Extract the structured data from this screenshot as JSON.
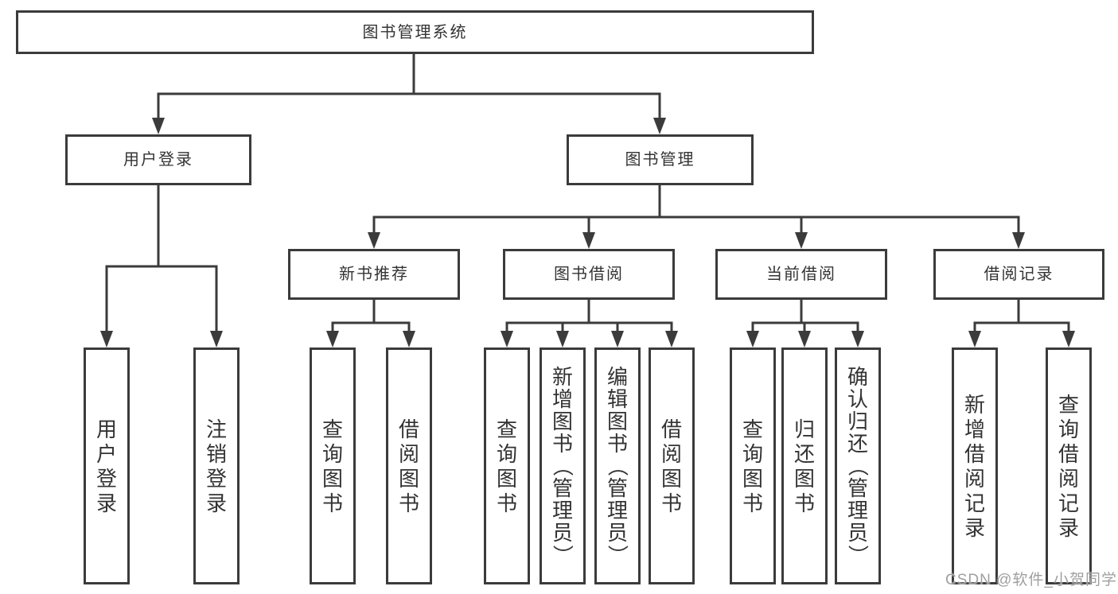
{
  "colors": {
    "line": "#3b3b3b",
    "box_border": "#3b3b3b",
    "text": "#333333",
    "background": "#ffffff",
    "watermark": "#9f9f9f"
  },
  "watermark": "CSDN @软件_小贺同学",
  "tree": {
    "name": "library-system",
    "label": "图书管理系统",
    "children": [
      {
        "name": "user-login",
        "label": "用户登录",
        "children": [
          {
            "name": "user-login-leaf",
            "label": "用户登录"
          },
          {
            "name": "logout-leaf",
            "label": "注销登录"
          }
        ]
      },
      {
        "name": "book-management",
        "label": "图书管理",
        "children": [
          {
            "name": "new-book-recommend",
            "label": "新书推荐",
            "children": [
              {
                "name": "recommend-query-books",
                "label": "查询图书"
              },
              {
                "name": "recommend-borrow-books",
                "label": "借阅图书"
              }
            ]
          },
          {
            "name": "book-borrowing",
            "label": "图书借阅",
            "children": [
              {
                "name": "borrowing-query-books",
                "label": "查询图书"
              },
              {
                "name": "borrowing-add-books-admin",
                "label": "新增图书（管理员）"
              },
              {
                "name": "borrowing-edit-books-admin",
                "label": "编辑图书（管理员）"
              },
              {
                "name": "borrowing-borrow-books",
                "label": "借阅图书"
              }
            ]
          },
          {
            "name": "current-borrowing",
            "label": "当前借阅",
            "children": [
              {
                "name": "current-query-books",
                "label": "查询图书"
              },
              {
                "name": "current-return-books",
                "label": "归还图书"
              },
              {
                "name": "current-confirm-return-admin",
                "label": "确认归还（管理员）"
              }
            ]
          },
          {
            "name": "borrowing-records",
            "label": "借阅记录",
            "children": [
              {
                "name": "records-add-record",
                "label": "新增借阅记录"
              },
              {
                "name": "records-query-record",
                "label": "查询借阅记录"
              }
            ]
          }
        ]
      }
    ]
  }
}
